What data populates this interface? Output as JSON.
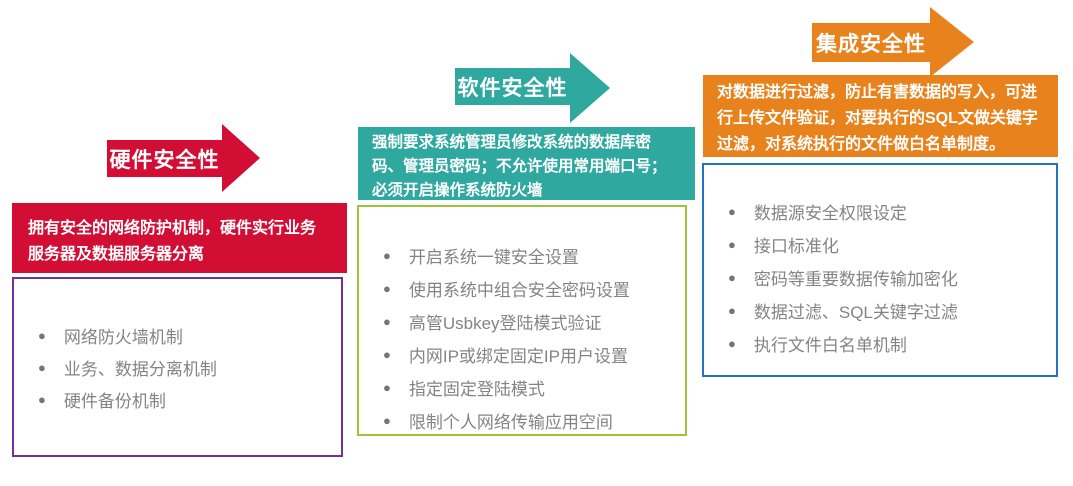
{
  "page": {
    "background": "#ffffff",
    "text_gray": "#848484",
    "bullet_gray": "#757575"
  },
  "icons": {
    "bullet": "●"
  },
  "columns": [
    {
      "id": "hardware-security",
      "title": "硬件安全性",
      "accent_color": "#D20E35",
      "desc": "拥有安全的网络防护机制，硬件实行业务服务器及数据服务器分离",
      "list_border_color": "#7030A0",
      "items": [
        "网络防火墙机制",
        "业务、数据分离机制",
        "硬件备份机制"
      ]
    },
    {
      "id": "software-security",
      "title": "软件安全性",
      "accent_color": "#2FA8A0",
      "desc": "强制要求系统管理员修改系统的数据库密码、管理员密码；不允许使用常用端口号；必须开启操作系统防火墙",
      "list_border_color": "#9DC53A",
      "items": [
        "开启系统一键安全设置",
        "使用系统中组合安全密码设置",
        "高管Usbkey登陆模式验证",
        "内网IP或绑定固定IP用户设置",
        "指定固定登陆模式",
        "限制个人网络传输应用空间"
      ]
    },
    {
      "id": "integration-security",
      "title": "集成安全性",
      "accent_color": "#E8821D",
      "desc": "对数据进行过滤，防止有害数据的写入，可进行上传文件验证，对要执行的SQL文做关键字过滤，对系统执行的文件做白名单制度。",
      "list_border_color": "#2272C6",
      "items": [
        "数据源安全权限设定",
        "接口标准化",
        "密码等重要数据传输加密化",
        "数据过滤、SQL关键字过滤",
        "执行文件白名单机制"
      ]
    }
  ]
}
